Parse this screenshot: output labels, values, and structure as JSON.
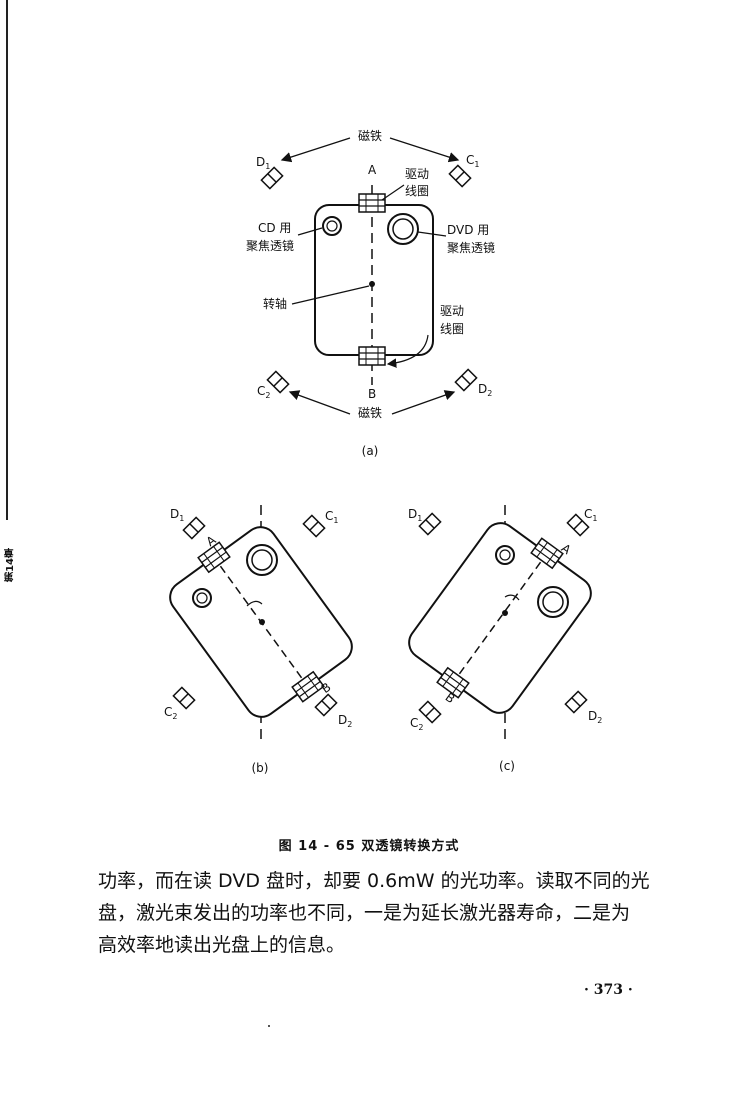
{
  "side_tab": "第14章",
  "figure_a": {
    "magnet_top": "磁铁",
    "magnet_bottom": "磁铁",
    "D1": "D",
    "D1_sub": "1",
    "C1": "C",
    "C1_sub": "1",
    "C2": "C",
    "C2_sub": "2",
    "D2": "D",
    "D2_sub": "2",
    "A": "A",
    "B": "B",
    "drive_coil_top_1": "驱动",
    "drive_coil_top_2": "线圈",
    "cd_lens_1": "CD 用",
    "cd_lens_2": "聚焦透镜",
    "dvd_lens_1": "DVD 用",
    "dvd_lens_2": "聚焦透镜",
    "shaft": "转轴",
    "drive_coil_right_1": "驱动",
    "drive_coil_right_2": "线圈",
    "label": "(a)"
  },
  "figure_b": {
    "D1": "D",
    "D1_sub": "1",
    "C1": "C",
    "C1_sub": "1",
    "C2": "C",
    "C2_sub": "2",
    "D2": "D",
    "D2_sub": "2",
    "A": "A",
    "B": "B",
    "label": "(b)"
  },
  "figure_c": {
    "D1": "D",
    "D1_sub": "1",
    "C1": "C",
    "C1_sub": "1",
    "C2": "C",
    "C2_sub": "2",
    "D2": "D",
    "D2_sub": "2",
    "A": "A",
    "B": "B",
    "label": "(c)"
  },
  "caption": "图 14 - 65   双透镜转换方式",
  "body_lines": [
    "功率，而在读 DVD 盘时，却要 0.6mW 的光功率。读取不同的光",
    "盘，激光束发出的功率也不同，一是为延长激光器寿命，二是为",
    "高效率地读出光盘上的信息。"
  ],
  "page_number": "· 373 ·"
}
